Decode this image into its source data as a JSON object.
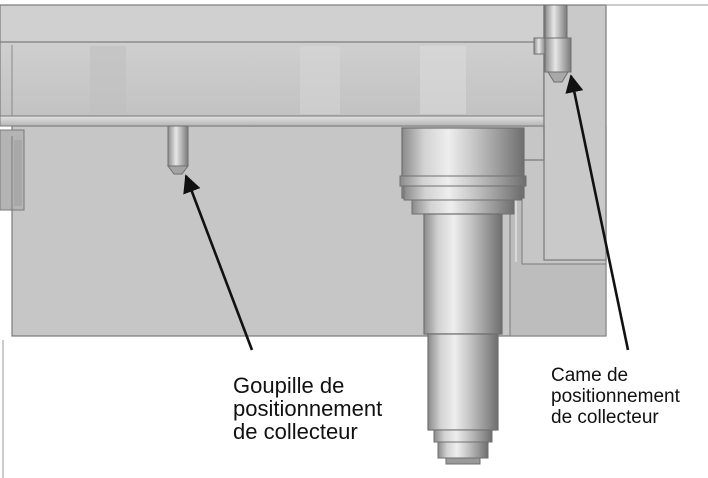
{
  "labels": {
    "pin": {
      "line1": "Goupille de",
      "line2": "positionnement",
      "line3": "de collecteur"
    },
    "cam": {
      "line1": "Came de",
      "line2": "positionnement",
      "line3": "de collecteur"
    }
  },
  "colors": {
    "background": "#ffffff",
    "plate": "#c9c9c9",
    "plate_light": "#dadada",
    "plate_dark": "#9c9c9c",
    "metal": "#bdbdbd",
    "outline": "#6f6f6f",
    "arrow": "#111111",
    "text": "#111111"
  }
}
